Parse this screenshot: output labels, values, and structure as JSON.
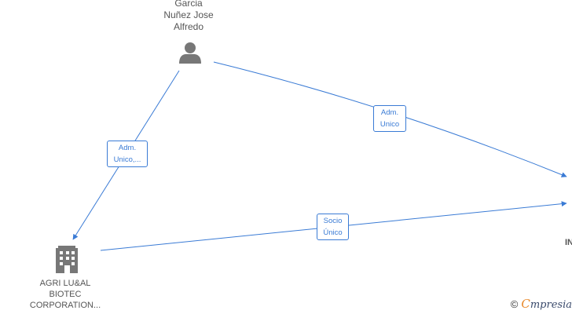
{
  "nodes": {
    "person": {
      "name": "Garcia\nNuñez Jose\nAlfredo",
      "icon": "person-icon"
    },
    "company": {
      "name": "AGRI LU&AL\nBIOTEC\nCORPORATION...",
      "icon": "building-icon"
    },
    "right_node": {
      "name_fragment": "IN"
    }
  },
  "edges": {
    "person_to_company": "Adm.\nUnico,...",
    "person_to_right": "Adm.\nUnico",
    "company_to_right": "Socio\nÚnico"
  },
  "brand": {
    "copyright": "©",
    "e_letter": "C",
    "name": "mpresia"
  },
  "colors": {
    "edge": "#3a7bd5",
    "icon": "#777777",
    "text": "#555555"
  }
}
